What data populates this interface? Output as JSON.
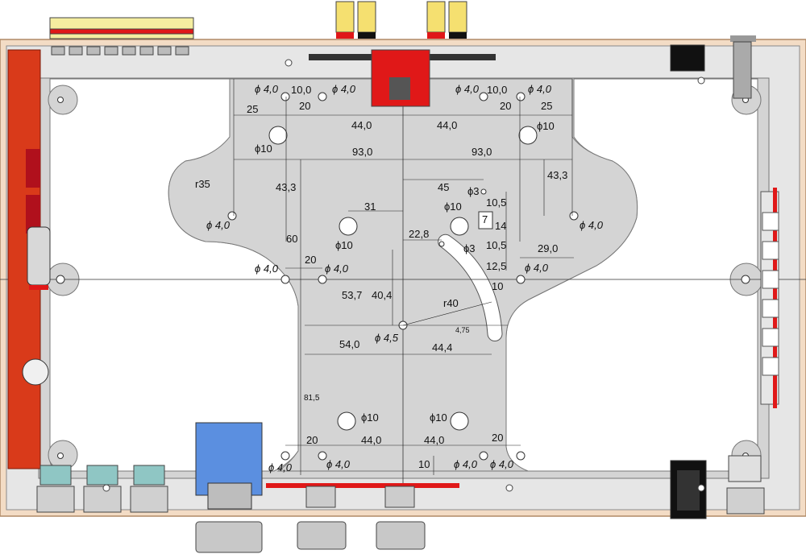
{
  "colors": {
    "frame": "#f3dcc5",
    "chassis": "#dcdcdc",
    "plate": "#cfcfcf",
    "pcb_red": "#d93a1a",
    "bracket_red": "#e01010",
    "knob": "#c8c8c8",
    "transformer_blue": "#5b8fe0",
    "pot_teal": "#8fc6c4"
  },
  "icons": [
    "binding-post-icon",
    "dc-jack-icon",
    "rca-jack-icon",
    "potentiometer-icon",
    "transformer-icon",
    "tube-icon",
    "knob-icon",
    "switch-icon",
    "screw-icon"
  ],
  "dims": {
    "phi40": "4,0",
    "phi10": "10",
    "phi3": "3",
    "phi45": "4,5",
    "d10_0": "10,0",
    "d20": "20",
    "d25": "25",
    "d44": "44,0",
    "d93": "93,0",
    "d43_3": "43,3",
    "d45": "45",
    "d31": "31",
    "d22_8": "22,8",
    "d10_5": "10,5",
    "d7": "7",
    "d14": "14",
    "d29": "29,0",
    "d12_5": "12,5",
    "d60": "60",
    "d53_7": "53,7",
    "d40_4": "40,4",
    "r35": "r35",
    "r40": "r40",
    "d10": "10",
    "d4_75": "4,75",
    "d54": "54,0",
    "d44_4": "44,4",
    "d81_5": "81,5",
    "phi_sym": "ϕ"
  }
}
